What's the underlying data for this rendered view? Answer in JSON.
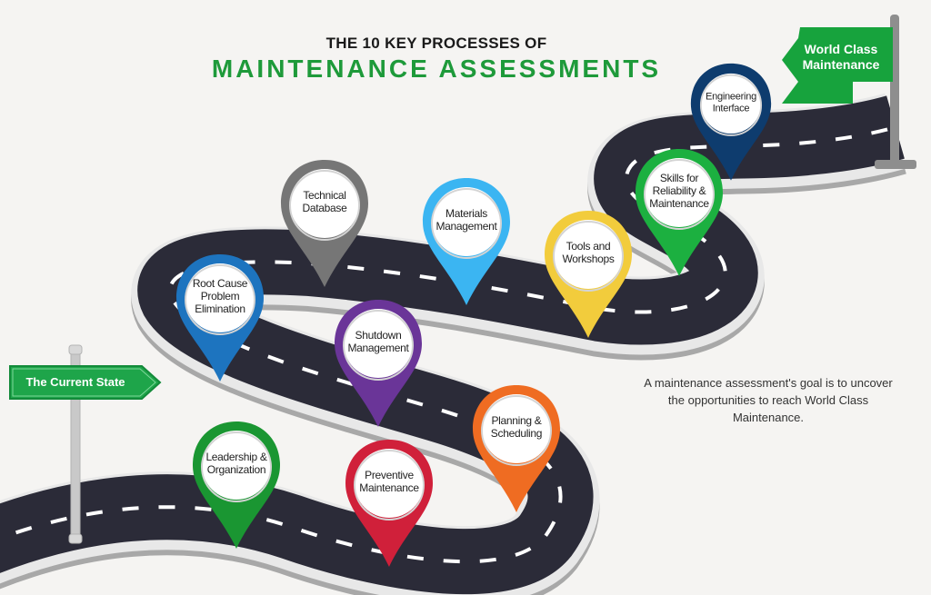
{
  "header": {
    "subtitle": "THE 10 KEY PROCESSES OF",
    "title": "MAINTENANCE ASSESSMENTS"
  },
  "start_sign": {
    "label": "The Current State",
    "color": "#1ea54a"
  },
  "end_flag": {
    "label_line1": "World Class",
    "label_line2": "Maintenance",
    "color": "#17a33d"
  },
  "description": "A maintenance assessment's goal is to uncover the opportunities to reach World Class Maintenance.",
  "road": {
    "asphalt_color": "#2b2b38",
    "edge_color": "#9c9c9c",
    "lane_mark_color": "#ffffff"
  },
  "processes": [
    {
      "order": 1,
      "label": "Leadership & Organization",
      "color": "#1a9632",
      "icon": "map-pin-icon"
    },
    {
      "order": 2,
      "label": "Preventive Maintenance",
      "color": "#d0203a",
      "icon": "map-pin-icon"
    },
    {
      "order": 3,
      "label": "Planning & Scheduling",
      "color": "#ef6c22",
      "icon": "map-pin-icon"
    },
    {
      "order": 4,
      "label": "Shutdown Management",
      "color": "#6a3598",
      "icon": "map-pin-icon"
    },
    {
      "order": 5,
      "label": "Root Cause Problem Elimination",
      "color": "#1d74bf",
      "icon": "map-pin-icon"
    },
    {
      "order": 6,
      "label": "Technical Database",
      "color": "#767676",
      "icon": "map-pin-icon"
    },
    {
      "order": 7,
      "label": "Materials Management",
      "color": "#3bb5f2",
      "icon": "map-pin-icon"
    },
    {
      "order": 8,
      "label": "Tools and Workshops",
      "color": "#f2cc3c",
      "icon": "map-pin-icon"
    },
    {
      "order": 9,
      "label": "Skills for Reliability & Maintenance",
      "color": "#1cb040",
      "icon": "map-pin-icon"
    },
    {
      "order": 10,
      "label": "Engineering Interface",
      "color": "#0e3c6e",
      "icon": "map-pin-icon"
    }
  ]
}
